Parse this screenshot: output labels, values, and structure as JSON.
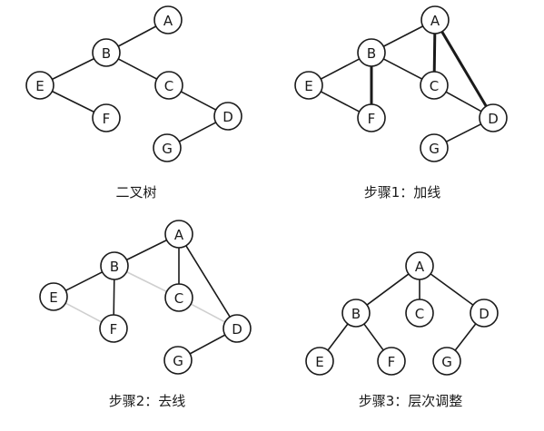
{
  "panels": [
    {
      "id": "tree",
      "caption": "二叉树",
      "nodes": [
        "A",
        "B",
        "C",
        "D",
        "E",
        "F",
        "G"
      ],
      "edges": [
        [
          "A",
          "B",
          "normal"
        ],
        [
          "B",
          "E",
          "normal"
        ],
        [
          "B",
          "C",
          "normal"
        ],
        [
          "E",
          "F",
          "normal"
        ],
        [
          "C",
          "D",
          "normal"
        ],
        [
          "D",
          "G",
          "normal"
        ]
      ]
    },
    {
      "id": "step1",
      "caption": "步骤1：加线",
      "nodes": [
        "A",
        "B",
        "C",
        "D",
        "E",
        "F",
        "G"
      ],
      "edges": [
        [
          "A",
          "B",
          "normal"
        ],
        [
          "B",
          "E",
          "normal"
        ],
        [
          "B",
          "C",
          "normal"
        ],
        [
          "E",
          "F",
          "normal"
        ],
        [
          "C",
          "D",
          "normal"
        ],
        [
          "D",
          "G",
          "normal"
        ],
        [
          "B",
          "F",
          "bold"
        ],
        [
          "A",
          "C",
          "bold"
        ],
        [
          "A",
          "D",
          "bold"
        ]
      ]
    },
    {
      "id": "step2",
      "caption": "步骤2：去线",
      "nodes": [
        "A",
        "B",
        "C",
        "D",
        "E",
        "F",
        "G"
      ],
      "edges": [
        [
          "A",
          "B",
          "normal"
        ],
        [
          "B",
          "F",
          "normal"
        ],
        [
          "A",
          "C",
          "normal"
        ],
        [
          "A",
          "D",
          "normal"
        ],
        [
          "D",
          "G",
          "normal"
        ],
        [
          "B",
          "C",
          "faint"
        ],
        [
          "C",
          "D",
          "faint"
        ],
        [
          "E",
          "F",
          "faint"
        ],
        [
          "B",
          "E",
          "normal"
        ]
      ]
    },
    {
      "id": "step3",
      "caption": "步骤3：层次调整",
      "nodes": [
        "A",
        "B",
        "C",
        "D",
        "E",
        "F",
        "G"
      ],
      "edges": [
        [
          "A",
          "B",
          "normal"
        ],
        [
          "A",
          "C",
          "normal"
        ],
        [
          "A",
          "D",
          "normal"
        ],
        [
          "B",
          "E",
          "normal"
        ],
        [
          "B",
          "F",
          "normal"
        ],
        [
          "D",
          "G",
          "normal"
        ]
      ]
    }
  ]
}
